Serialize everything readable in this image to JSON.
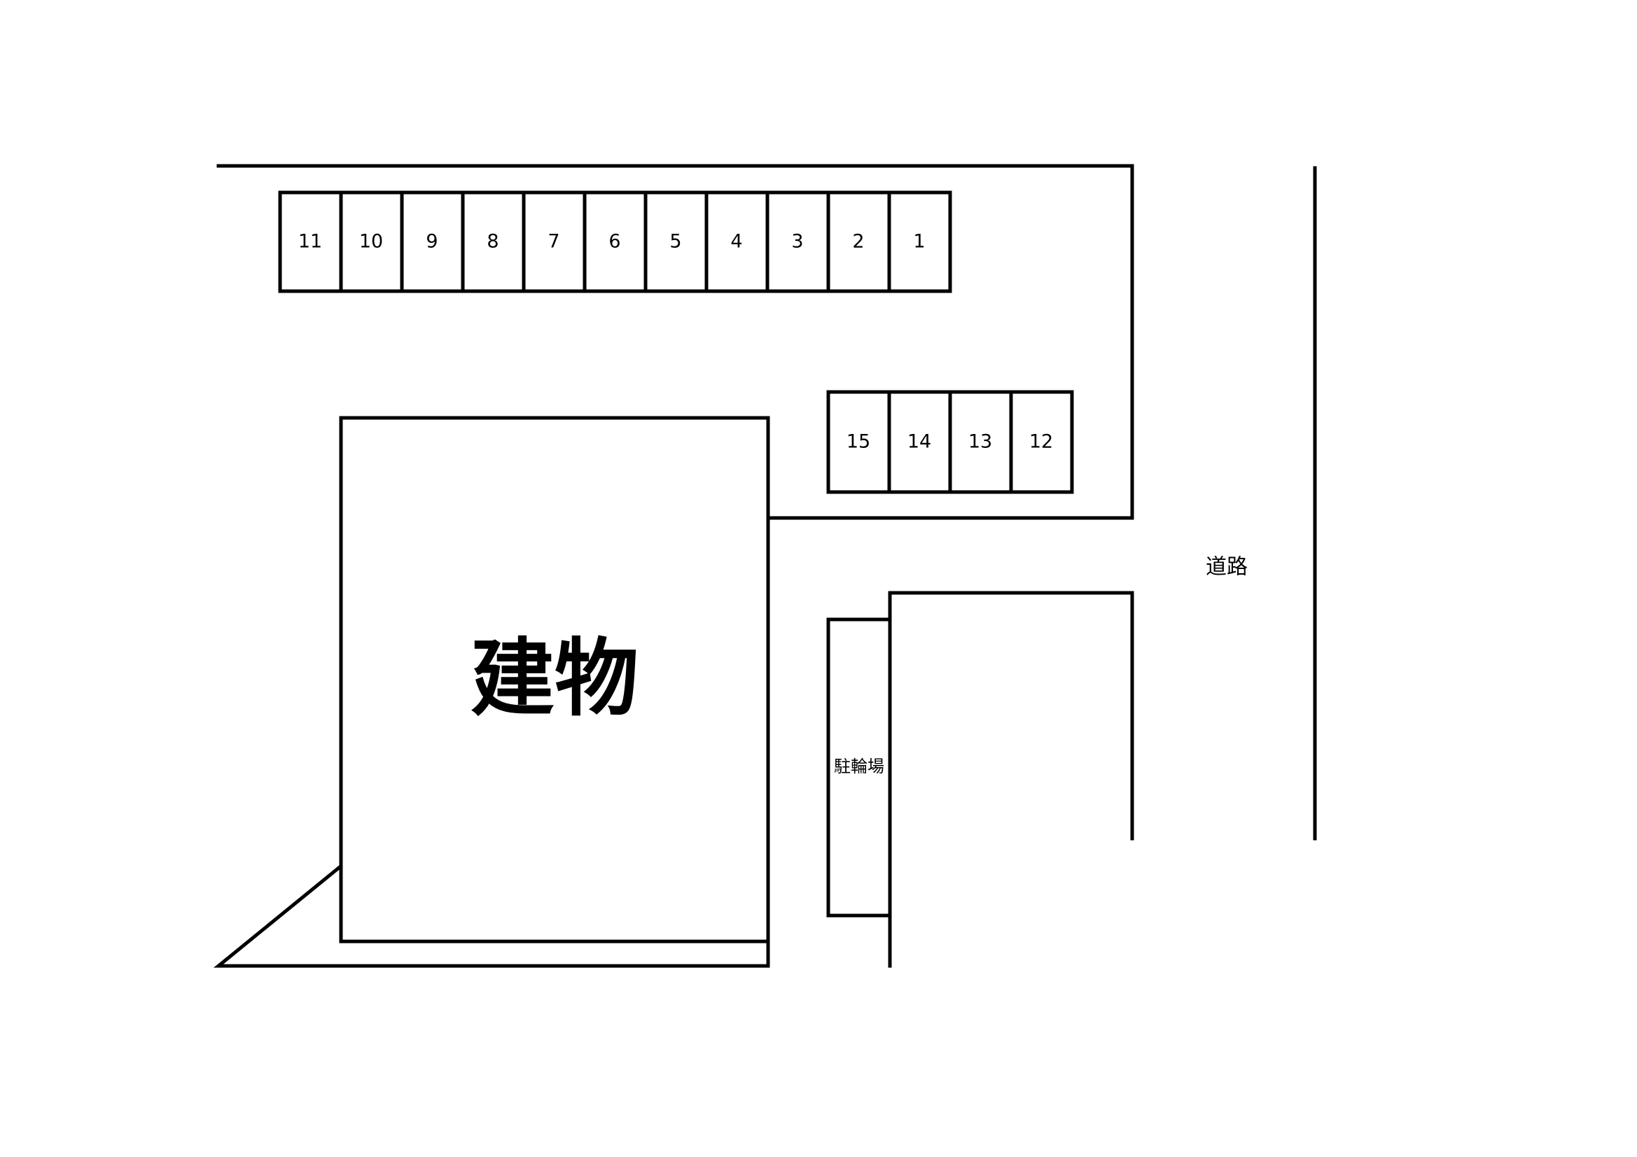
{
  "parking": {
    "top_row": [
      "11",
      "10",
      "9",
      "8",
      "7",
      "6",
      "5",
      "4",
      "3",
      "2",
      "1"
    ],
    "side_row": [
      "15",
      "14",
      "13",
      "12"
    ]
  },
  "building": {
    "label": "建物"
  },
  "bicycle_parking": {
    "label": "駐輪場"
  },
  "road": {
    "label": "道路"
  },
  "colors": {
    "stroke": "#000000",
    "background": "#ffffff"
  }
}
